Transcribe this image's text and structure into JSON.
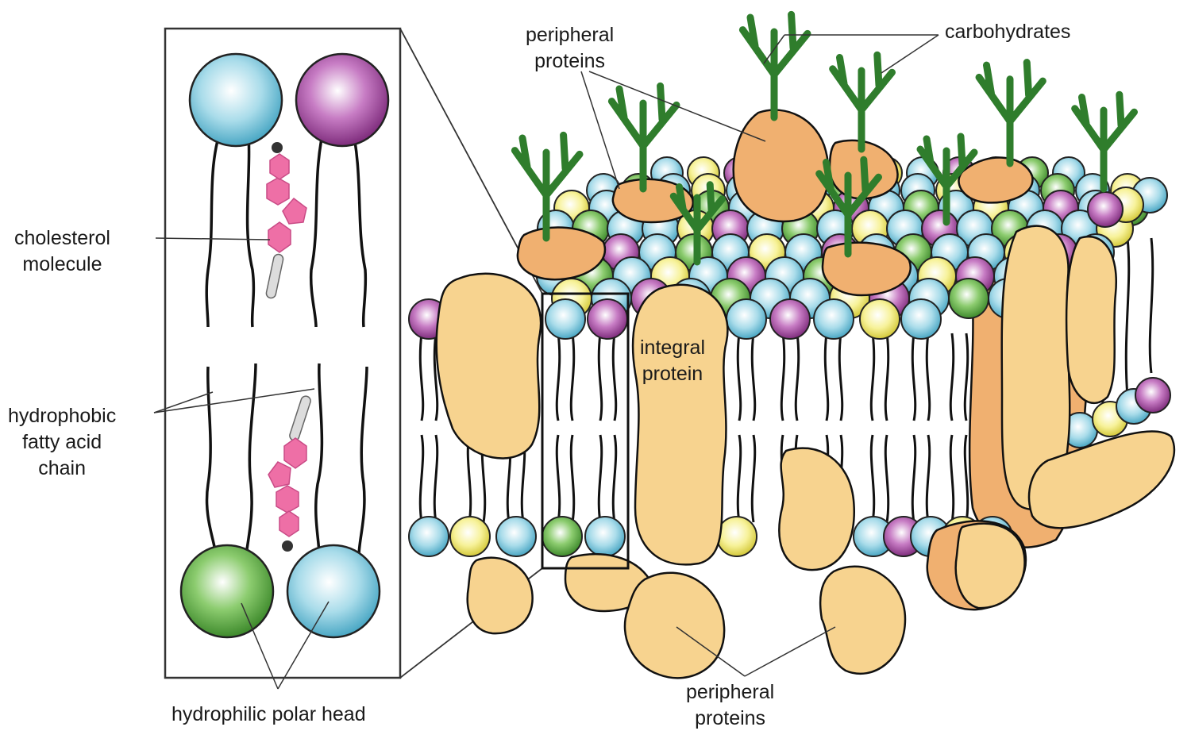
{
  "colors": {
    "head_blue": "#6cc4dc",
    "head_purple": "#a0479e",
    "head_green": "#5aa83f",
    "head_yellow": "#f3ec6a",
    "protein_light": "#f7d38f",
    "protein_dark": "#f0b070",
    "carbohydrate": "#2f7d2c",
    "cholesterol": "#ee6fa6",
    "outline": "#222222"
  },
  "labels": {
    "peripheral_top": [
      "peripheral",
      "proteins"
    ],
    "carbohydrates": "carbohydrates",
    "cholesterol": [
      "cholesterol",
      "molecule"
    ],
    "hydrophobic": [
      "hydrophobic",
      "fatty acid",
      "chain"
    ],
    "integral": [
      "integral",
      "protein"
    ],
    "hydrophilic": "hydrophilic polar head",
    "peripheral_bottom": [
      "peripheral",
      "proteins"
    ]
  }
}
